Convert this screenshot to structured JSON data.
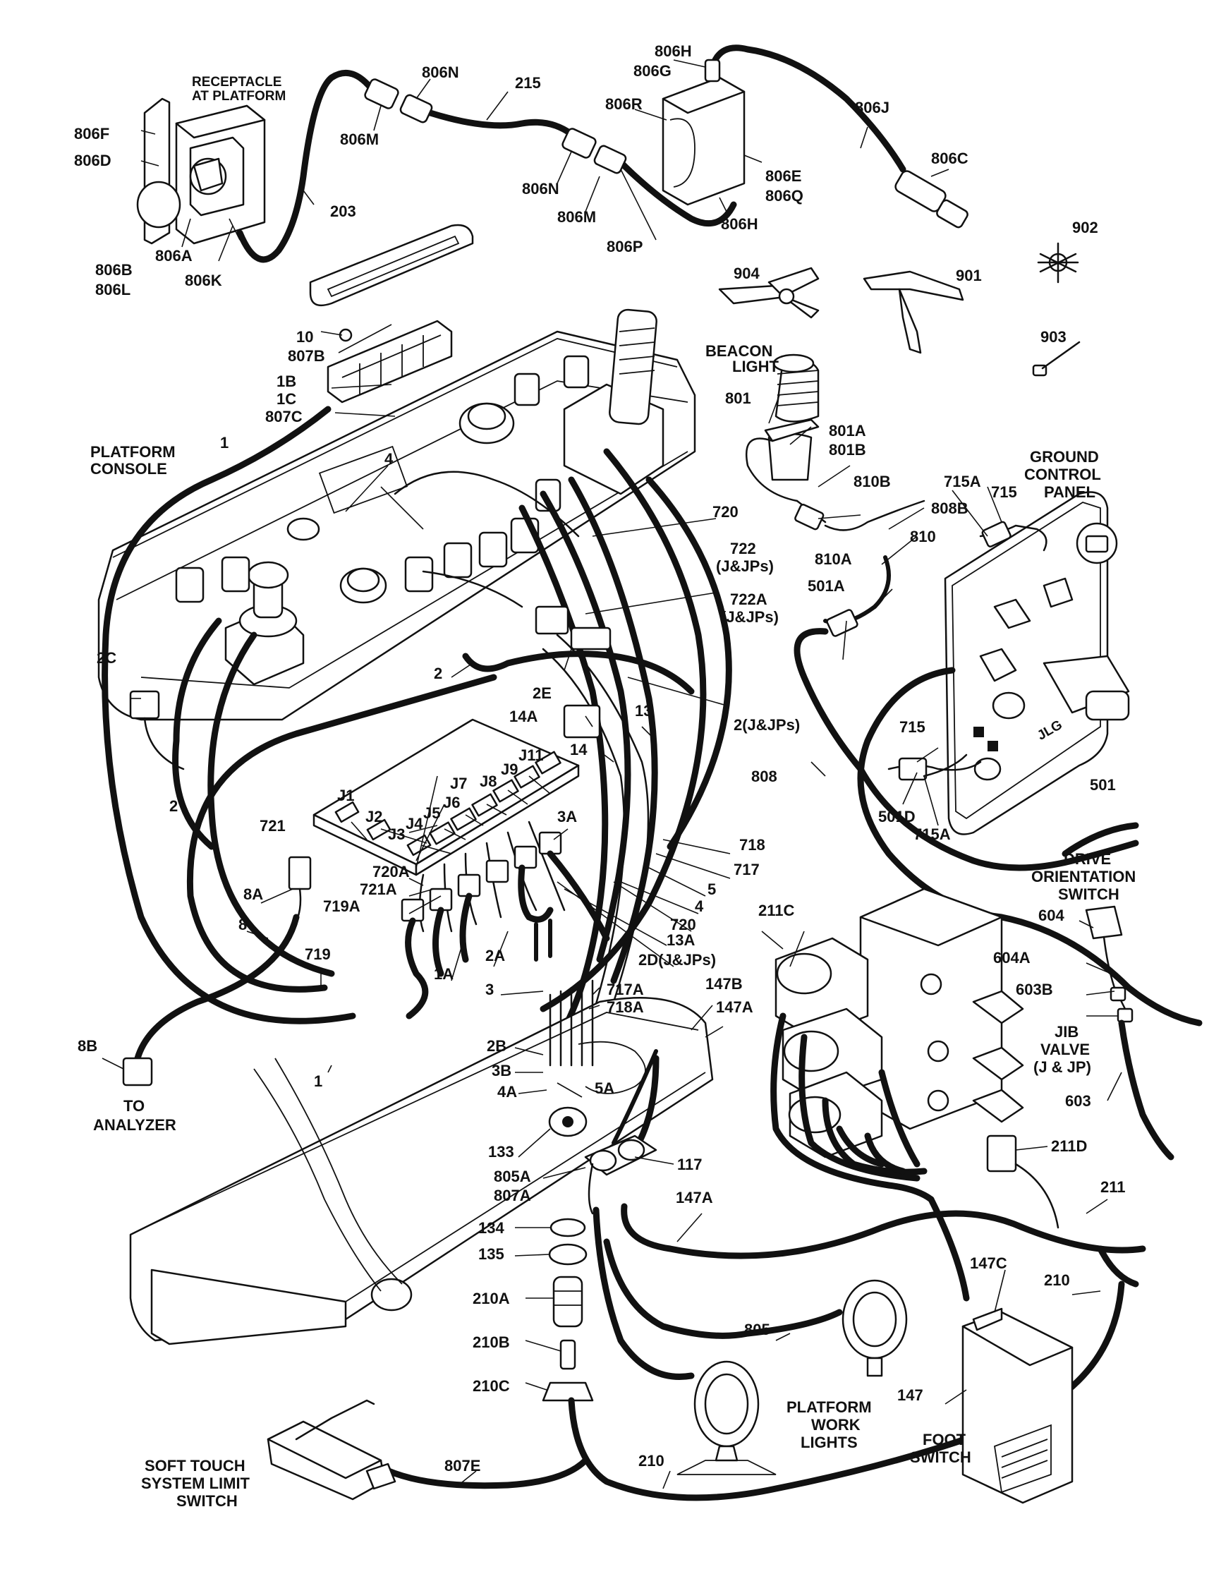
{
  "labels": {
    "receptacle": "RECEPTACLE",
    "at_platform": "AT PLATFORM",
    "806N_a": "806N",
    "215": "215",
    "806H_a": "806H",
    "806G": "806G",
    "806R": "806R",
    "806J": "806J",
    "806F": "806F",
    "806D": "806D",
    "806M_a": "806M",
    "806E": "806E",
    "806Q": "806Q",
    "806C": "806C",
    "203": "203",
    "806N_b": "806N",
    "806M_b": "806M",
    "806H_b": "806H",
    "806P": "806P",
    "806A": "806A",
    "806B": "806B",
    "806L": "806L",
    "806K": "806K",
    "902": "902",
    "904": "904",
    "901": "901",
    "903": "903",
    "10": "10",
    "807B": "807B",
    "1B": "1B",
    "1C": "1C",
    "807C": "807C",
    "beacon": "BEACON",
    "light": "LIGHT",
    "801": "801",
    "801A": "801A",
    "801B": "801B",
    "platform": "PLATFORM",
    "console": "CONSOLE",
    "1_a": "1",
    "4_a": "4",
    "720_a": "720",
    "810B": "810B",
    "715A_a": "715A",
    "715_a": "715",
    "ground": "GROUND",
    "control": "CONTROL",
    "panel": "PANEL",
    "808B": "808B",
    "810": "810",
    "722": "722",
    "722_jjp": "(J&JPs)",
    "810A": "810A",
    "501A": "501A",
    "722A": "722A",
    "722A_jjp": "(J&JPs)",
    "2C": "2C",
    "2_a": "2",
    "2E": "2E",
    "14A": "14A",
    "13": "13",
    "2_jjp": "2(J&JPs)",
    "14": "14",
    "715_b": "715",
    "808": "808",
    "501": "501",
    "501D": "501D",
    "715A_b": "715A",
    "J11": "J11",
    "J9": "J9",
    "J8": "J8",
    "J7": "J7",
    "J6": "J6",
    "J5": "J5",
    "J4": "J4",
    "J3": "J3",
    "J2": "J2",
    "J1": "J1",
    "3A": "3A",
    "2_b": "2",
    "721": "721",
    "718": "718",
    "717": "717",
    "5": "5",
    "4_b": "4",
    "720_b": "720",
    "8A": "8A",
    "720A": "720A",
    "721A": "721A",
    "719A": "719A",
    "13A": "13A",
    "2D_jjp": "2D(J&JPs)",
    "8": "8",
    "719": "719",
    "2A": "2A",
    "1A": "1A",
    "717A": "717A",
    "718A": "718A",
    "3": "3",
    "147B": "147B",
    "147A_a": "147A",
    "drive": "DRIVE",
    "orientation": "ORIENTATION",
    "switch_a": "SWITCH",
    "211C": "211C",
    "604": "604",
    "604A": "604A",
    "603B": "603B",
    "jib": "JIB",
    "valve": "VALVE",
    "jjp": "(J & JP)",
    "603": "603",
    "8B": "8B",
    "2B": "2B",
    "3B": "3B",
    "4A": "4A",
    "5A": "5A",
    "1_b": "1",
    "to": "TO",
    "analyzer": "ANALYZER",
    "133": "133",
    "117": "117",
    "805A": "805A",
    "807A": "807A",
    "211D": "211D",
    "211": "211",
    "147A_b": "147A",
    "134": "134",
    "135": "135",
    "147C": "147C",
    "210_a": "210",
    "210A": "210A",
    "805": "805",
    "210B": "210B",
    "210C": "210C",
    "147": "147",
    "platform_work": "PLATFORM",
    "work": "WORK",
    "lights": "LIGHTS",
    "foot": "FOOT",
    "switch_b": "SWITCH",
    "soft_touch": "SOFT TOUCH",
    "system_limit": "SYSTEM LIMIT",
    "switch_c": "SWITCH",
    "807E": "807E",
    "210_b": "210",
    "jlg": "JLG"
  }
}
